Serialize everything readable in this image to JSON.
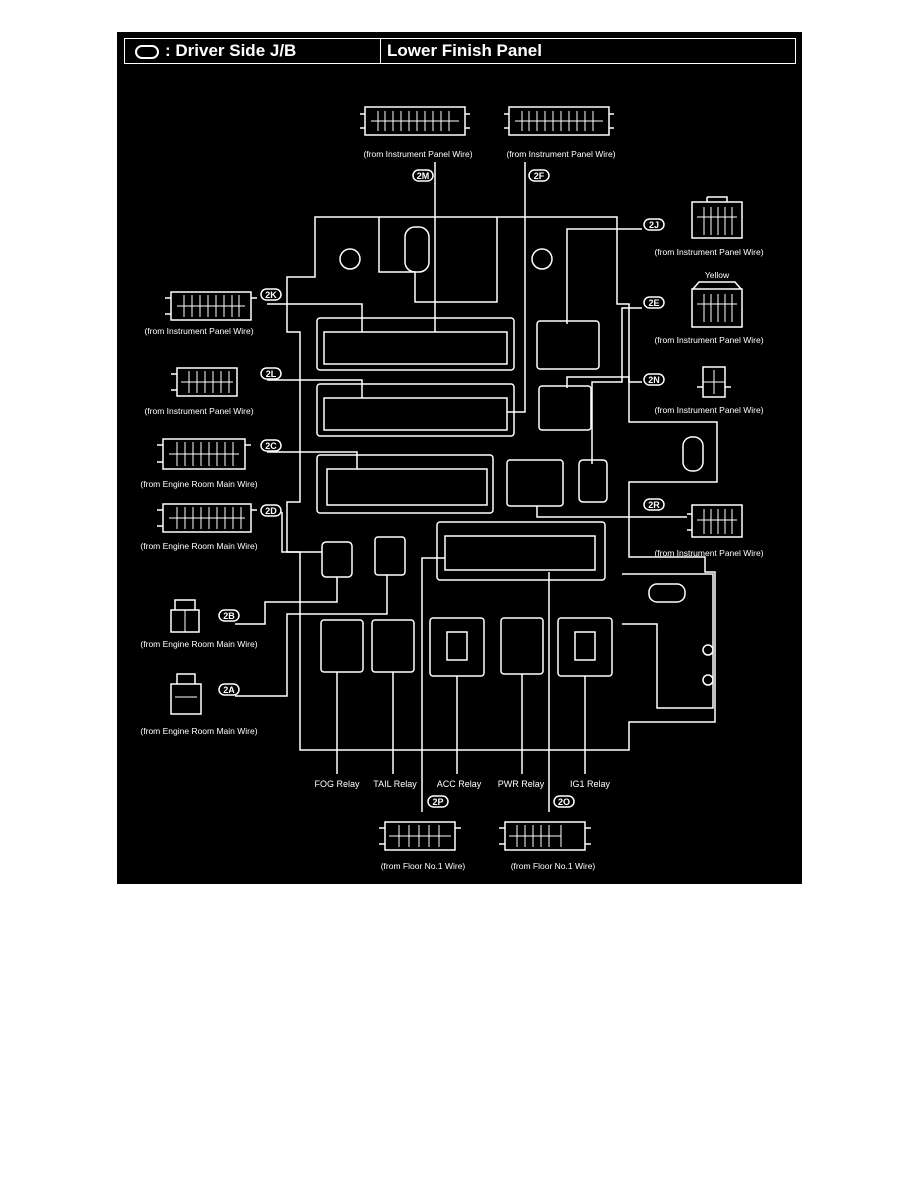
{
  "header": {
    "location": ": Driver Side J/B",
    "panel": "Lower Finish Panel"
  },
  "connectors": [
    {
      "code": "2M",
      "source": "(from Instrument Panel Wire)"
    },
    {
      "code": "2F",
      "source": "(from Instrument Panel Wire)"
    },
    {
      "code": "2J",
      "source": "(from Instrument Panel Wire)"
    },
    {
      "code": "2E",
      "source": "(from Instrument Panel Wire)",
      "note": "Yellow"
    },
    {
      "code": "2K",
      "source": "(from Instrument Panel Wire)"
    },
    {
      "code": "2L",
      "source": "(from Instrument Panel Wire)"
    },
    {
      "code": "2N",
      "source": "(from Instrument Panel Wire)"
    },
    {
      "code": "2C",
      "source": "(from Engine Room Main Wire)"
    },
    {
      "code": "2D",
      "source": "(from Engine Room Main Wire)"
    },
    {
      "code": "2R",
      "source": "(from Instrument Panel Wire)"
    },
    {
      "code": "2B",
      "source": "(from Engine Room Main Wire)"
    },
    {
      "code": "2A",
      "source": "(from Engine Room Main Wire)"
    },
    {
      "code": "2P",
      "source": "(from Floor No.1 Wire)"
    },
    {
      "code": "2O",
      "source": "(from Floor No.1 Wire)"
    }
  ],
  "relays": [
    {
      "label": "FOG Relay"
    },
    {
      "label": "TAIL Relay"
    },
    {
      "label": "ACC Relay"
    },
    {
      "label": "PWR Relay"
    },
    {
      "label": "IG1 Relay"
    }
  ],
  "colors": {
    "background": "#000000",
    "line": "#ffffff"
  }
}
